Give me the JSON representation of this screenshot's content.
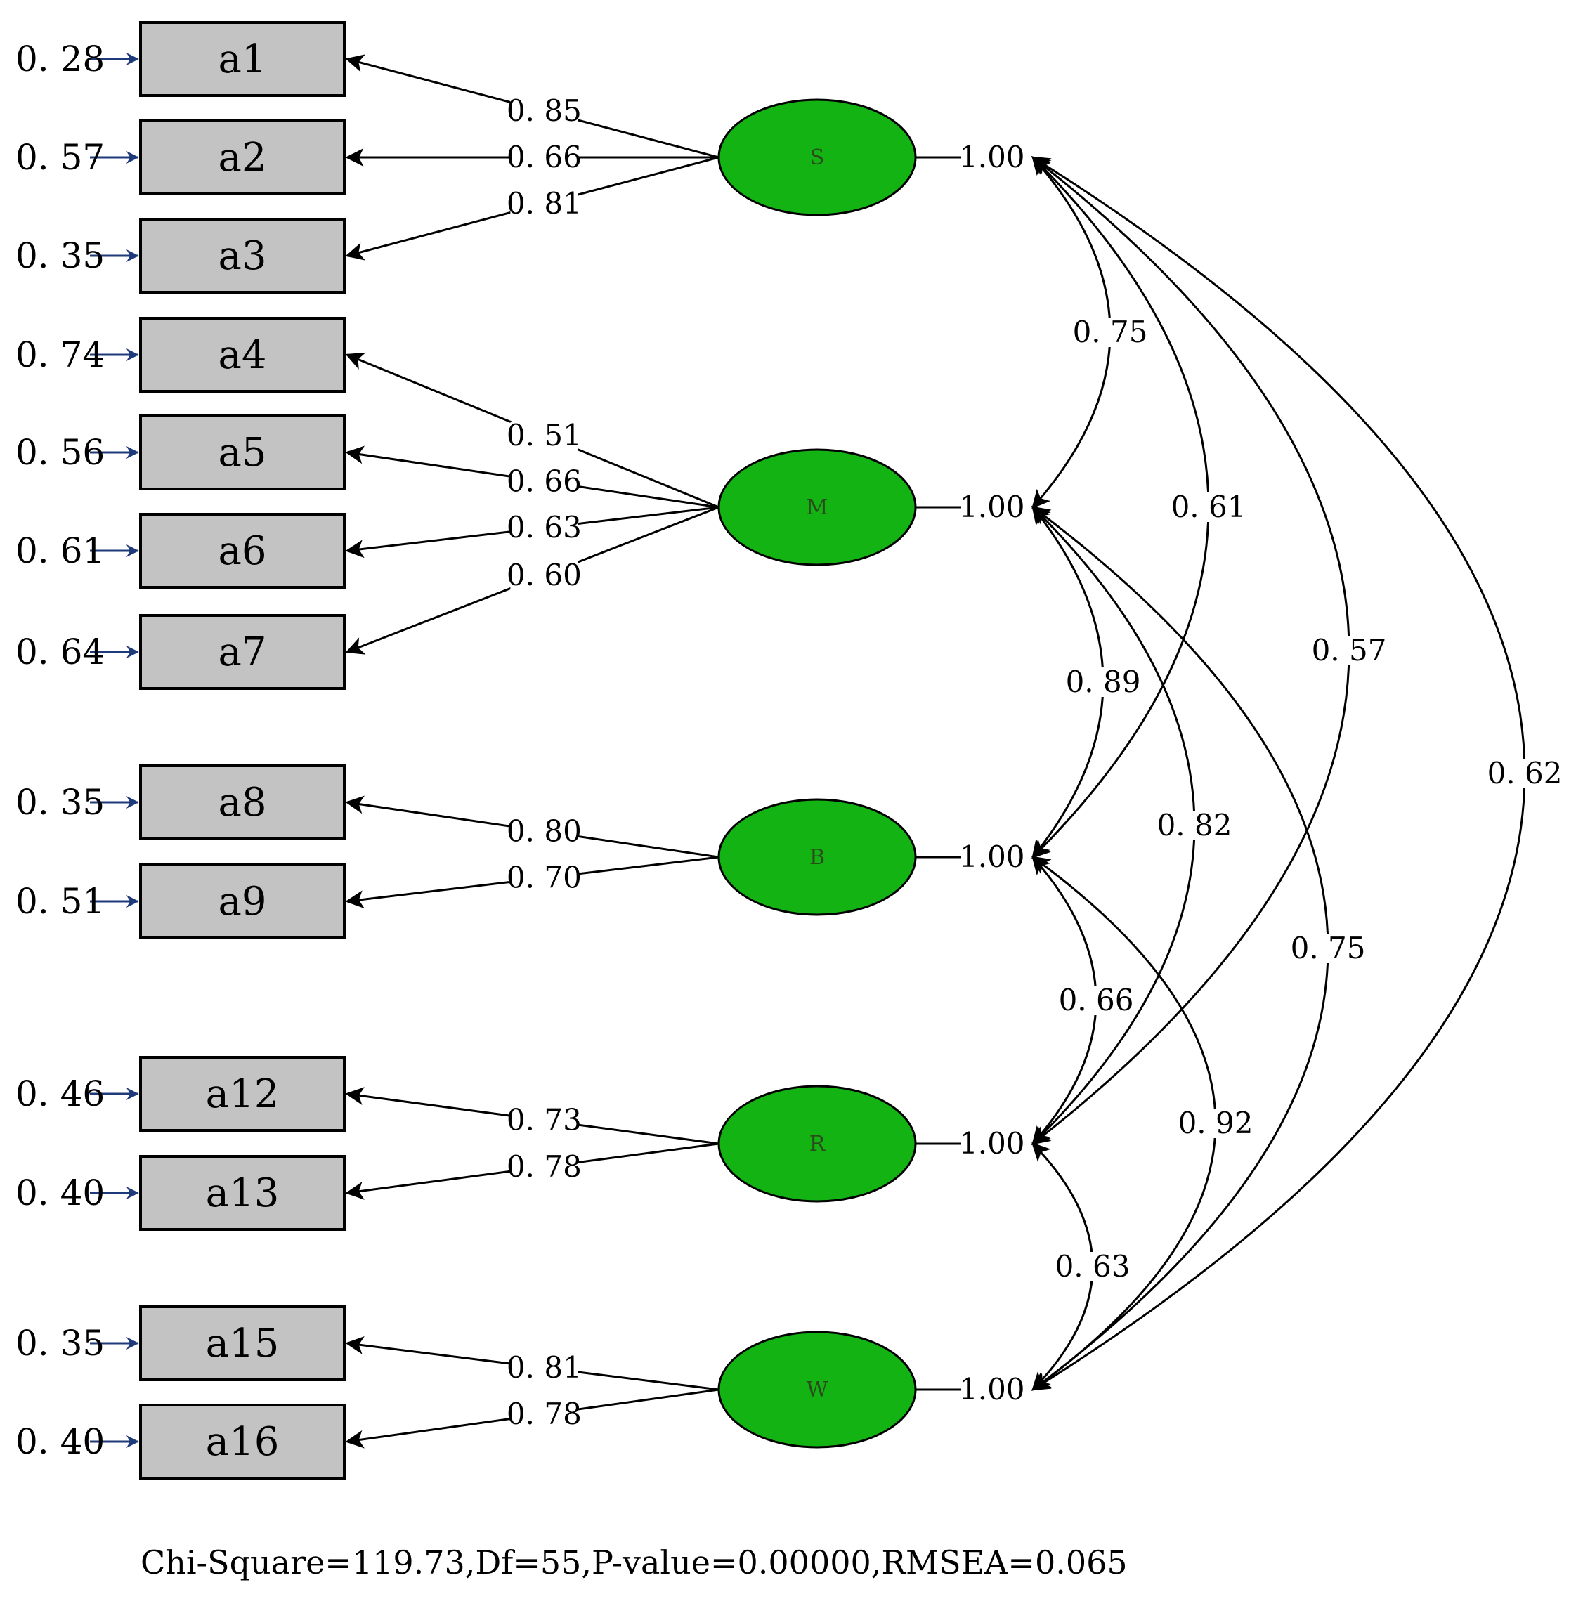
{
  "latents": [
    {
      "id": "S",
      "label": "S",
      "variance": "1.00"
    },
    {
      "id": "M",
      "label": "M",
      "variance": "1.00"
    },
    {
      "id": "B",
      "label": "B",
      "variance": "1.00"
    },
    {
      "id": "R",
      "label": "R",
      "variance": "1.00"
    },
    {
      "id": "W",
      "label": "W",
      "variance": "1.00"
    }
  ],
  "observed": [
    {
      "label": "a1",
      "error": "0. 28",
      "latent": "S",
      "loading": "0. 85"
    },
    {
      "label": "a2",
      "error": "0. 57",
      "latent": "S",
      "loading": "0. 66"
    },
    {
      "label": "a3",
      "error": "0. 35",
      "latent": "S",
      "loading": "0. 81"
    },
    {
      "label": "a4",
      "error": "0. 74",
      "latent": "M",
      "loading": "0. 51"
    },
    {
      "label": "a5",
      "error": "0. 56",
      "latent": "M",
      "loading": "0. 66"
    },
    {
      "label": "a6",
      "error": "0. 61",
      "latent": "M",
      "loading": "0. 63"
    },
    {
      "label": "a7",
      "error": "0. 64",
      "latent": "M",
      "loading": "0. 60"
    },
    {
      "label": "a8",
      "error": "0. 35",
      "latent": "B",
      "loading": "0. 80"
    },
    {
      "label": "a9",
      "error": "0. 51",
      "latent": "B",
      "loading": "0. 70"
    },
    {
      "label": "a12",
      "error": "0. 46",
      "latent": "R",
      "loading": "0. 73"
    },
    {
      "label": "a13",
      "error": "0. 40",
      "latent": "R",
      "loading": "0. 78"
    },
    {
      "label": "a15",
      "error": "0. 35",
      "latent": "W",
      "loading": "0. 81"
    },
    {
      "label": "a16",
      "error": "0. 40",
      "latent": "W",
      "loading": "0. 78"
    }
  ],
  "covariances": [
    {
      "from": "S",
      "to": "M",
      "value": "0. 75"
    },
    {
      "from": "S",
      "to": "B",
      "value": "0. 61"
    },
    {
      "from": "S",
      "to": "R",
      "value": "0. 57"
    },
    {
      "from": "S",
      "to": "W",
      "value": "0. 62"
    },
    {
      "from": "M",
      "to": "B",
      "value": "0. 89"
    },
    {
      "from": "M",
      "to": "R",
      "value": "0. 82"
    },
    {
      "from": "M",
      "to": "W",
      "value": "0. 75"
    },
    {
      "from": "B",
      "to": "R",
      "value": "0. 66"
    },
    {
      "from": "B",
      "to": "W",
      "value": "0. 92"
    },
    {
      "from": "R",
      "to": "W",
      "value": "0. 63"
    }
  ],
  "fit": "Chi-Square=119.73,Df=55,P-value=0.00000,RMSEA=0.065"
}
